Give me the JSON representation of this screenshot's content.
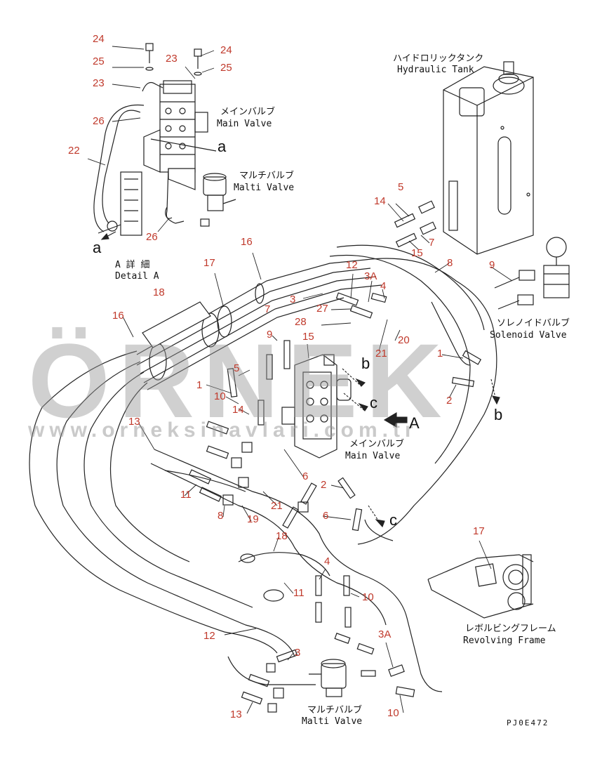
{
  "watermark": {
    "brand": "ÖRNEK",
    "url": "www.orneksinavlari.com.tr"
  },
  "drawing_code": "PJ0E472",
  "components": {
    "hydraulic_tank_jp": "ハイドロリックタンク",
    "hydraulic_tank_en": "Hydraulic Tank",
    "main_valve_top_jp": "メインバルブ",
    "main_valve_top_en": "Main Valve",
    "multi_valve_top_jp": "マルチバルブ",
    "multi_valve_top_en": "Malti Valve",
    "detail_jp": "A 詳 細",
    "detail_en": "Detail A",
    "solenoid_jp": "ソレノイドバルブ",
    "solenoid_en": "Solenoid Valve",
    "main_valve_mid_jp": "メインバルブ",
    "main_valve_mid_en": "Main Valve",
    "revolving_jp": "レボルビングフレーム",
    "revolving_en": "Revolving Frame",
    "multi_valve_bot_jp": "マルチバルブ",
    "multi_valve_bot_en": "Malti Valve"
  },
  "letters": [
    "a",
    "a",
    "b",
    "b",
    "c",
    "c",
    "A"
  ],
  "part_numbers": [
    "24",
    "25",
    "23",
    "24",
    "25",
    "23",
    "26",
    "22",
    "26",
    "5",
    "14",
    "15",
    "7",
    "8",
    "9",
    "16",
    "17",
    "18",
    "16",
    "12",
    "3A",
    "4",
    "3",
    "27",
    "7",
    "28",
    "15",
    "20",
    "21",
    "9",
    "5",
    "1",
    "10",
    "14",
    "1",
    "2",
    "13",
    "11",
    "8",
    "6",
    "21",
    "19",
    "2",
    "6",
    "18",
    "4",
    "11",
    "10",
    "12",
    "3",
    "3A",
    "13",
    "10",
    "17"
  ]
}
